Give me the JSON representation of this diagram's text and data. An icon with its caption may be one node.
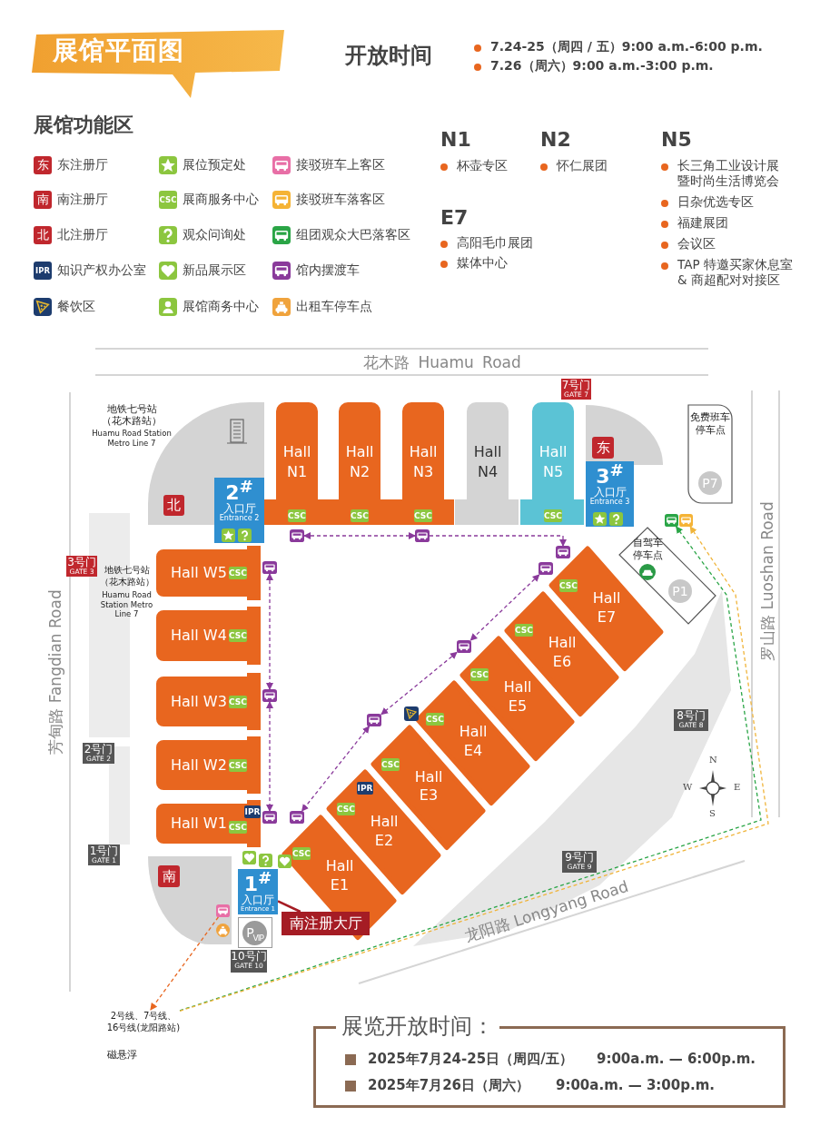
{
  "diagram": {
    "title": "展馆平面图",
    "nodes": [
      {
        "text": [
          "Hall N1"
        ]
      },
      {
        "text": [
          "Hall N2"
        ]
      },
      {
        "text": [
          "Hall N3"
        ]
      },
      {
        "text": [
          "Hall N4"
        ]
      },
      {
        "text": [
          "Hall N5"
        ]
      },
      {
        "text": [
          "Hall W5"
        ]
      },
      {
        "text": [
          "Hall W4"
        ]
      },
      {
        "text": [
          "Hall W3"
        ]
      },
      {
        "text": [
          "Hall W2"
        ]
      },
      {
        "text": [
          "Hall W1"
        ]
      },
      {
        "text": [
          "Hall E1"
        ]
      },
      {
        "text": [
          "Hall E2"
        ]
      },
      {
        "text": [
          "Hall E3"
        ]
      },
      {
        "text": [
          "Hall E4"
        ]
      },
      {
        "text": [
          "Hall E5"
        ]
      },
      {
        "text": [
          "Hall E6"
        ]
      },
      {
        "text": [
          "Hall E7"
        ]
      },
      {
        "text": [
          "2$^{#}$",
          "入口厅",
          "Entrance 2"
        ]
      },
      {
        "text": [
          "3$^{#}$",
          "入口厅",
          "Entrance 3"
        ]
      },
      {
        "text": [
          "1$^{#}$",
          "入口厅",
          "Entrance 1"
        ]
      },
      {
        "text": [
          "北"
        ]
      },
      {
        "text": [
          "东"
        ]
      },
      {
        "text": [
          "南"
        ]
      },
      {
        "text": [
          "7号门",
          "GATE 7"
        ]
      },
      {
        "text": [
          "3号门",
          "GATE 3"
        ]
      },
      {
        "text": [
          "2号门",
          "GATE 2"
        ]
      },
      {
        "text": [
          "1号门",
          "GATE 1"
        ]
      },
      {
        "text": [
          "10号门",
          "GATE 10"
        ]
      },
      {
        "text": [
          "8号门",
          "GATE 8"
        ]
      },
      {
        "text": [
          "9号门",
          "GATE 9"
        ]
      },
      {
        "text": [
          "免费班车停车点"
        ]
      },
      {
        "text": [
          "P7"
        ],
        "in": 30
      },
      {
        "text": [
          "自驾车停车点"
        ]
      },
      {
        "text": [
          "P1"
        ],
        "in": 32
      },
      {
        "text": [
          "P$_{VIP}$"
        ]
      },
      {
        "text": [
          "南注册大厅"
        ]
      },
      {
        "text": [
          "2号线、7号线、16号线(龙阳路站)"
        ]
      },
      {
        "text": [
          "CSC"
        ],
        "in": 0
      },
      {
        "text": [
          "CSC"
        ],
        "in": 1
      },
      {
        "text": [
          "CSC"
        ],
        "in": 2
      },
      {
        "text": [
          "CSC"
        ],
        "in": 4
      },
      {
        "text": [
          "CSC"
        ],
        "in": 5
      },
      {
        "text": [
          "CSC"
        ],
        "in": 6
      },
      {
        "text": [
          "CSC"
        ],
        "in": 7
      },
      {
        "text": [
          "CSC"
        ],
        "in": 8
      },
      {
        "text": [
          "CSC"
        ],
        "in": 9
      },
      {
        "text": [
          "CSC"
        ],
        "in": 10
      },
      {
        "text": [
          "CSC"
        ],
        "in": 11
      },
      {
        "text": [
          "CSC"
        ],
        "in": 12
      },
      {
        "text": [
          "CSC"
        ],
        "in": 13
      },
      {
        "text": [
          "CSC"
        ],
        "in": 14
      },
      {
        "text": [
          "CSC"
        ],
        "in": 15
      },
      {
        "text": [
          "CSC"
        ],
        "in": 16
      },
      {
        "text": [
          "IPR"
        ],
        "in": 9
      },
      {
        "text": [
          "IPR"
        ],
        "in": 11
      },
      {
        "text": [],
        "shape": "picture"
      },
      {
        "text": [],
        "shape": "picture"
      },
      {
        "text": [],
        "shape": "picture"
      },
      {
        "text": [],
        "shape": "picture"
      },
      {
        "text": [],
        "shape": "picture"
      },
      {
        "text": [],
        "shape": "picture"
      },
      {
        "text": [],
        "shape": "picture"
      },
      {
        "text": [],
        "shape": "picture"
      },
      {
        "text": [],
        "shape": "picture"
      },
      {
        "text": [],
        "shape": "picture"
      },
      {
        "text": [],
        "shape": "picture"
      },
      {
        "text": [],
        "shape": "picture"
      },
      {
        "text": [],
        "shape": "picture"
      }
    ],
    "edges": [
      {
        "from": 55,
        "to": 56,
        "arrow": "both",
        "style": "dashed",
        "color": "#8a3a9b"
      },
      {
        "from": 56,
        "to": 57,
        "arrow": "to",
        "style": "dashed",
        "color": "#8a3a9b"
      },
      {
        "from": 58,
        "to": 59,
        "arrow": "both",
        "style": "dashed",
        "color": "#8a3a9b"
      },
      {
        "from": 59,
        "to": 60,
        "arrow": "both",
        "style": "dashed",
        "color": "#8a3a9b"
      },
      {
        "from": 60,
        "to": 61,
        "arrow": "both",
        "style": "dashed",
        "color": "#8a3a9b"
      },
      {
        "from": 64,
        "to": 63,
        "arrow": "both",
        "style": "dashed",
        "color": "#8a3a9b"
      },
      {
        "from": 63,
        "to": 62,
        "arrow": "both",
        "style": "dashed",
        "color": "#8a3a9b"
      },
      {
        "from": 36,
        "to": 65,
        "arrow": "to",
        "style": "dashed",
        "color": "#2aa546"
      },
      {
        "from": 36,
        "to": 66,
        "arrow": "to",
        "style": "dashed",
        "color": "#f0b43a"
      },
      {
        "from": 67,
        "to": 36,
        "arrow": "to",
        "style": "dashed",
        "color": "#e8661f"
      },
      {
        "from": 35,
        "to": 19,
        "arrow": "none",
        "color": "#a51c24"
      }
    ],
    "labels": [
      "开放时间",
      "7.24-25（周四 / 五）9:00 a.m.-6:00 p.m.",
      "7.26（周六）9:00 a.m.-3:00 p.m.",
      "展馆功能区",
      "N1",
      "杯壶专区",
      "N2",
      "怀仁展团",
      "N5",
      "长三角工业设计展暨时尚生活博览会",
      "日杂优选专区",
      "福建展团",
      "会议区",
      "TAP 特邀买家休息室 & 商超配对对接区",
      "E7",
      "高阳毛巾展团",
      "媒体中心",
      "花木路 Huamu Road",
      "地铁七号站（花木路站）",
      "Huamu Road Station Metro Line 7",
      "地铁七号站（花木路站）",
      "Huamu Road Station Metro Line 7",
      "芳甸路 Fangdian Road",
      "罗山路 Luoshan Road",
      "龙阳路 Longyang Road",
      "N",
      "W",
      "E",
      "S",
      "磁悬浮",
      "展览开放时间：",
      "2025年7月24-25日（周四/五）",
      "9:00a.m. — 6:00p.m.",
      "2025年7月26日（周六）",
      "9:00a.m. — 3:00p.m.",
      "东",
      "南",
      "北",
      "IPR",
      "CSC"
    ],
    "legend": [
      {
        "text": "东注册厅",
        "color": "#c0272d"
      },
      {
        "text": "南注册厅",
        "color": "#c0272d"
      },
      {
        "text": "北注册厅",
        "color": "#c0272d"
      },
      {
        "text": "知识产权办公室",
        "color": "#1d3c6e"
      },
      {
        "text": "餐饮区",
        "color": "#1d3c6e"
      },
      {
        "text": "展位预定处",
        "color": "#8cc63f"
      },
      {
        "text": "展商服务中心",
        "color": "#8cc63f"
      },
      {
        "text": "观众问询处",
        "color": "#8cc63f"
      },
      {
        "text": "新品展示区",
        "color": "#8cc63f"
      },
      {
        "text": "展馆商务中心",
        "color": "#8cc63f"
      },
      {
        "text": "接驳班车上客区",
        "color": "#e86fa6"
      },
      {
        "text": "接驳班车落客区",
        "color": "#f5b335"
      },
      {
        "text": "组团观众大巴落客区",
        "color": "#2aa546"
      },
      {
        "text": "馆内摆渡车",
        "color": "#8a3a9b"
      },
      {
        "text": "出租车停车点",
        "color": "#f0a33c"
      }
    ]
  }
}
